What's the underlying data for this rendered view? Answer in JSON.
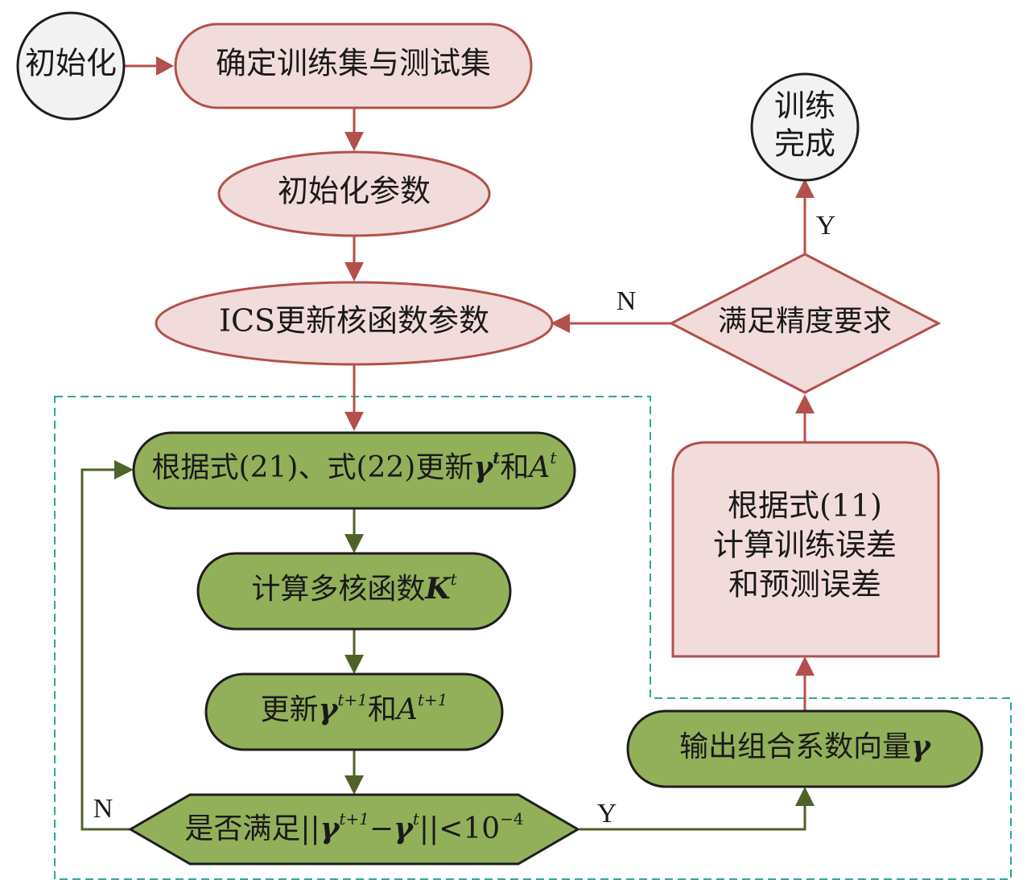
{
  "nodes": {
    "init": "初始化",
    "split_data": "确定训练集与测试集",
    "init_params": "初始化参数",
    "ics_update": "ICS更新核函数参数",
    "update_gamma_a": {
      "prefix": "根据式(21)、式(22)更新",
      "g": "γ",
      "gsup": "t",
      "mid": "和",
      "a": "A",
      "asup": "t"
    },
    "compute_kernel": {
      "prefix": "计算多核函数",
      "k": "K",
      "ksup": "t"
    },
    "update_next": {
      "prefix": "更新",
      "g": "γ",
      "gsup": "t+1",
      "mid": "和",
      "a": "A",
      "asup": "t+1"
    },
    "converge_check": {
      "prefix": "是否满足||",
      "g1": "γ",
      "g1sup": "t+1",
      "minus": "−",
      "g2": "γ",
      "g2sup": "t",
      "suffix": "||<10",
      "exp": "−4"
    },
    "output_gamma": {
      "prefix": "输出组合系数向量",
      "g": "γ"
    },
    "compute_error": {
      "line1": "根据式(11)",
      "line2": "计算训练误差",
      "line3": "和预测误差"
    },
    "accuracy_check": "满足精度要求",
    "train_done": {
      "line1": "训练",
      "line2": "完成"
    }
  },
  "edge_labels": {
    "accuracy_no": "N",
    "accuracy_yes": "Y",
    "converge_no": "N",
    "converge_yes": "Y"
  },
  "colors": {
    "pink_fill": "#f2dcdb",
    "pink_stroke": "#b3504b",
    "green_fill": "#92b05a",
    "green_arrow": "#4f6228",
    "grey_fill": "#f2f2f2",
    "dashed_border": "#2aa89c"
  }
}
